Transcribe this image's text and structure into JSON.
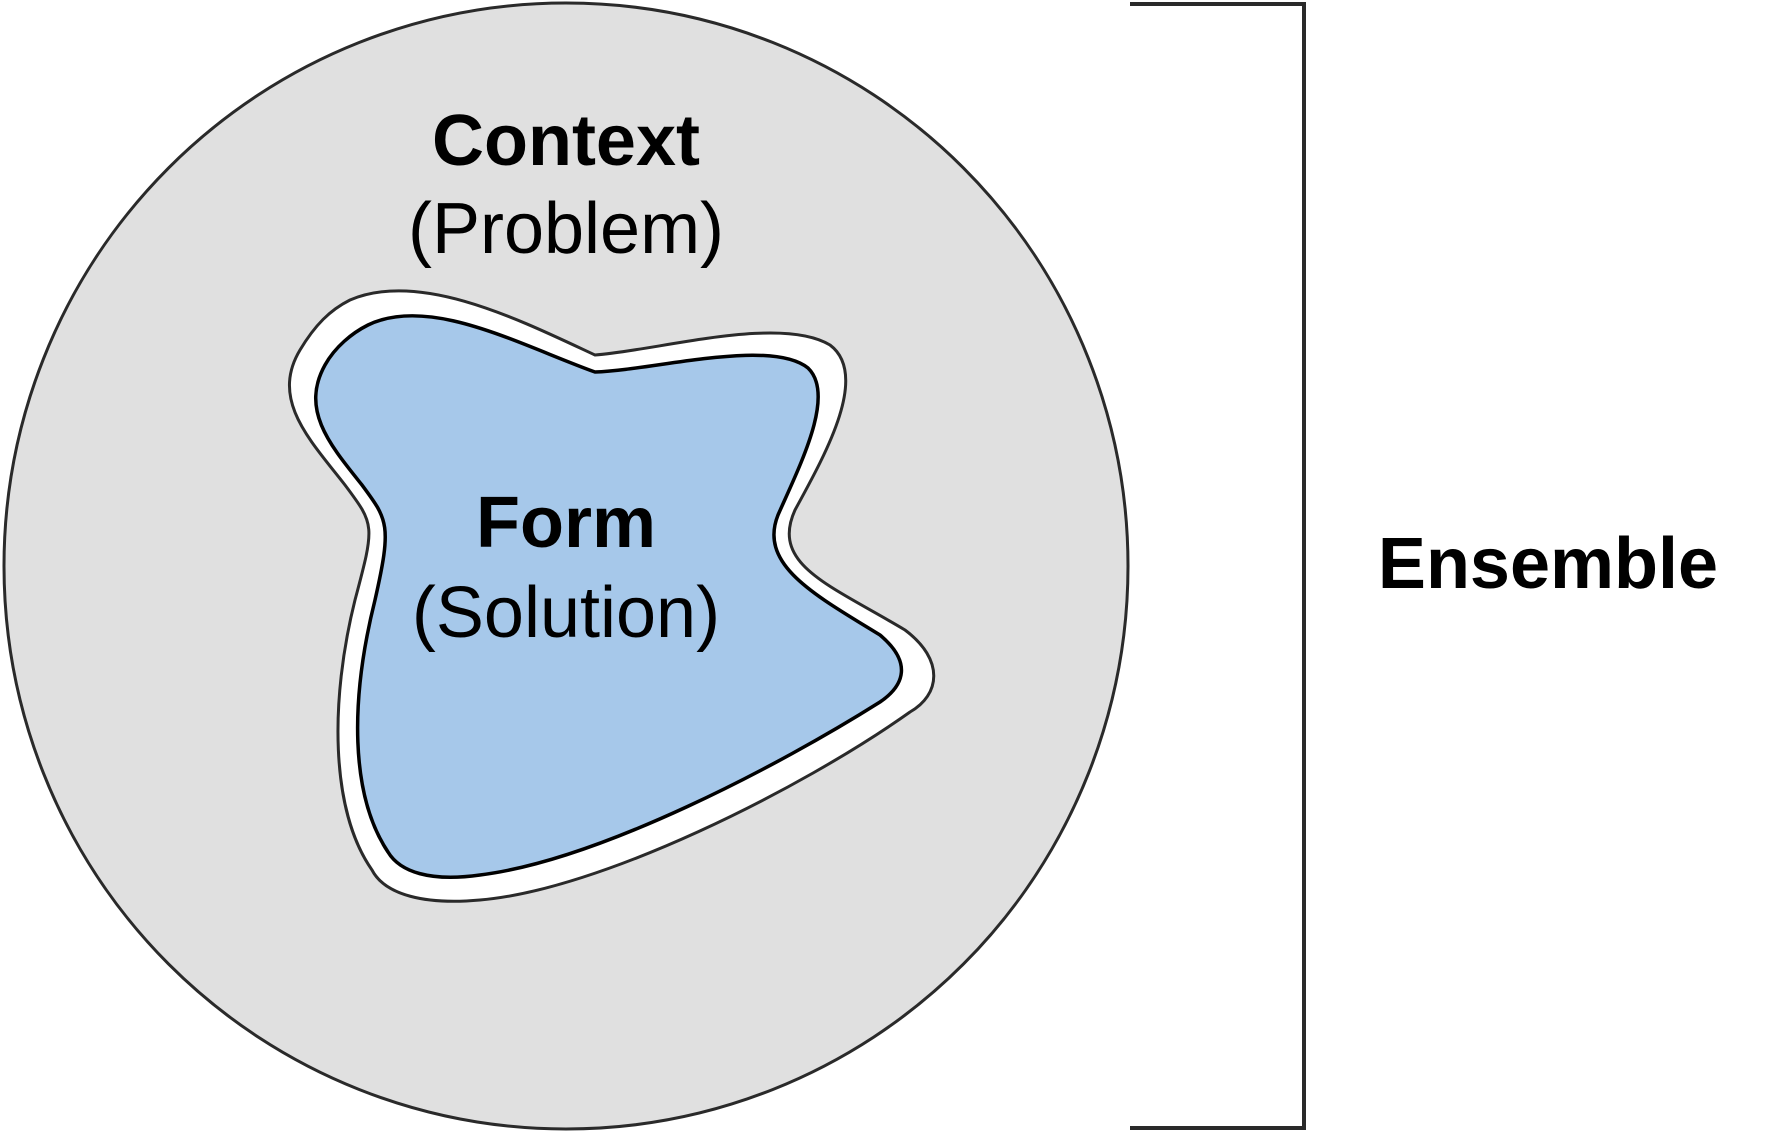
{
  "diagram": {
    "context": {
      "title": "Context",
      "subtitle": "(Problem)"
    },
    "form": {
      "title": "Form",
      "subtitle": "(Solution)"
    },
    "ensemble": {
      "label": "Ensemble"
    }
  },
  "colors": {
    "context_fill": "#e0e0e0",
    "form_fill": "#a6c8ea",
    "fit_boundary_fill": "#ffffff",
    "stroke": "#1a1a1a",
    "text": "#000000"
  }
}
